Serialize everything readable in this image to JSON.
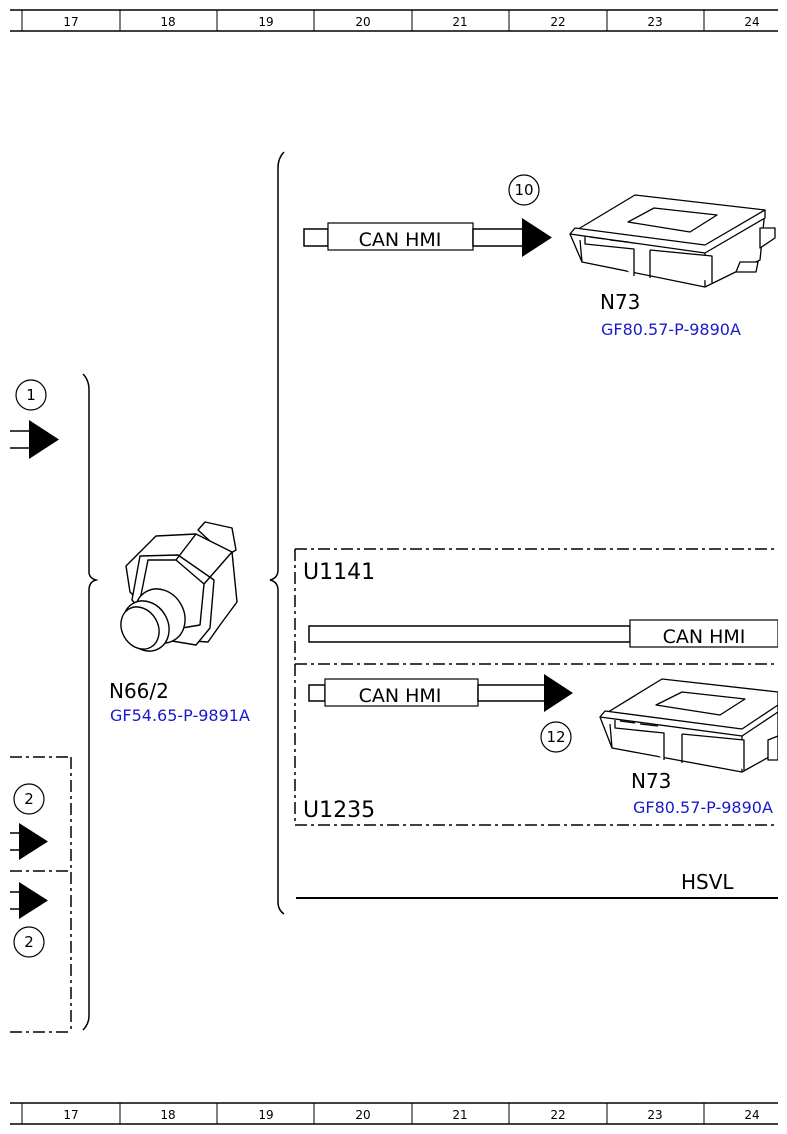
{
  "ruler": {
    "top": [
      "17",
      "18",
      "19",
      "20",
      "21",
      "22",
      "23",
      "24"
    ],
    "bottom": [
      "17",
      "18",
      "19",
      "20",
      "21",
      "22",
      "23",
      "24"
    ]
  },
  "bubbles": {
    "b1": "1",
    "b2a": "2",
    "b2b": "2",
    "b10": "10",
    "b12": "12"
  },
  "buses": {
    "can1": "CAN HMI",
    "can2": "CAN HMI",
    "can3": "CAN HMI",
    "hsvl": "HSVL"
  },
  "components": {
    "n73_top": {
      "code": "N73",
      "ref": "GF80.57-P-9890A"
    },
    "n66": {
      "code": "N66/2",
      "ref": "GF54.65-P-9891A"
    },
    "n73_bottom": {
      "code": "N73",
      "ref": "GF80.57-P-9890A"
    }
  },
  "modules": {
    "u1141": "U1141",
    "u1235": "U1235"
  },
  "colors": {
    "link": "#1a1acc",
    "line": "#000000"
  }
}
